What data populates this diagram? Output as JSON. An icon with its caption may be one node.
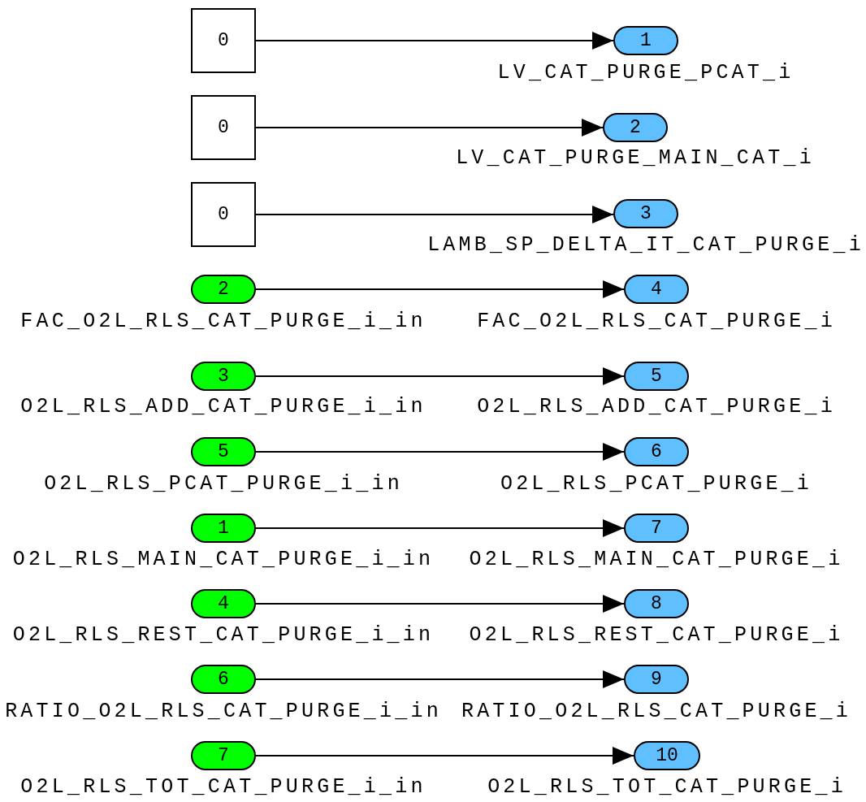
{
  "diagram": {
    "nodes": [
      {
        "text": [
          "0"
        ]
      },
      {
        "text": [
          "1"
        ],
        "beside": [
          "LV_CAT_PURGE_PCAT_i"
        ]
      },
      {
        "text": [
          "0"
        ]
      },
      {
        "text": [
          "2"
        ],
        "beside": [
          "LV_CAT_PURGE_MAIN_CAT_i"
        ]
      },
      {
        "text": [
          "0"
        ]
      },
      {
        "text": [
          "3"
        ],
        "beside": [
          "LAMB_SP_DELTA_IT_CAT_PURGE_i"
        ]
      },
      {
        "text": [
          "2"
        ],
        "beside": [
          "FAC_O2L_RLS_CAT_PURGE_i_in"
        ]
      },
      {
        "text": [
          "4"
        ],
        "beside": [
          "FAC_O2L_RLS_CAT_PURGE_i"
        ]
      },
      {
        "text": [
          "3"
        ],
        "beside": [
          "O2L_RLS_ADD_CAT_PURGE_i_in"
        ]
      },
      {
        "text": [
          "5"
        ],
        "beside": [
          "O2L_RLS_ADD_CAT_PURGE_i"
        ]
      },
      {
        "text": [
          "5"
        ],
        "beside": [
          "O2L_RLS_PCAT_PURGE_i_in"
        ]
      },
      {
        "text": [
          "6"
        ],
        "beside": [
          "O2L_RLS_PCAT_PURGE_i"
        ]
      },
      {
        "text": [
          "1"
        ],
        "beside": [
          "O2L_RLS_MAIN_CAT_PURGE_i_in"
        ]
      },
      {
        "text": [
          "7"
        ],
        "beside": [
          "O2L_RLS_MAIN_CAT_PURGE_i"
        ]
      },
      {
        "text": [
          "4"
        ],
        "beside": [
          "O2L_RLS_REST_CAT_PURGE_i_in"
        ]
      },
      {
        "text": [
          "8"
        ],
        "beside": [
          "O2L_RLS_REST_CAT_PURGE_i"
        ]
      },
      {
        "text": [
          "6"
        ],
        "beside": [
          "RATIO_O2L_RLS_CAT_PURGE_i_in"
        ]
      },
      {
        "text": [
          "9"
        ],
        "beside": [
          "RATIO_O2L_RLS_CAT_PURGE_i"
        ]
      },
      {
        "text": [
          "7"
        ],
        "beside": [
          "O2L_RLS_TOT_CAT_PURGE_i_in"
        ]
      },
      {
        "text": [
          "10"
        ],
        "beside": [
          "O2L_RLS_TOT_CAT_PURGE_i"
        ]
      }
    ],
    "edges": [
      {
        "from": 0,
        "to": 1,
        "arrow": "to"
      },
      {
        "from": 2,
        "to": 3,
        "arrow": "to"
      },
      {
        "from": 4,
        "to": 5,
        "arrow": "to"
      },
      {
        "from": 6,
        "to": 7,
        "arrow": "to"
      },
      {
        "from": 8,
        "to": 9,
        "arrow": "to"
      },
      {
        "from": 10,
        "to": 11,
        "arrow": "to"
      },
      {
        "from": 12,
        "to": 13,
        "arrow": "to"
      },
      {
        "from": 14,
        "to": 15,
        "arrow": "to"
      },
      {
        "from": 16,
        "to": 17,
        "arrow": "to"
      },
      {
        "from": 18,
        "to": 19,
        "arrow": "to"
      }
    ]
  }
}
